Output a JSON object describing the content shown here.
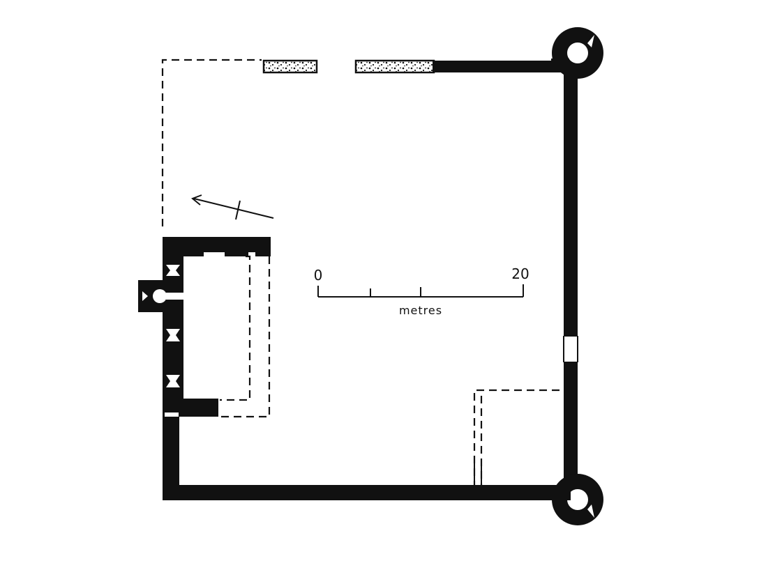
{
  "scale_bar": {
    "start_label": "0",
    "end_label": "20",
    "unit_label": "metres"
  },
  "north_arrow": {
    "icon": "north-arrow-icon"
  },
  "colors": {
    "ink": "#111111",
    "paper": "#ffffff"
  }
}
